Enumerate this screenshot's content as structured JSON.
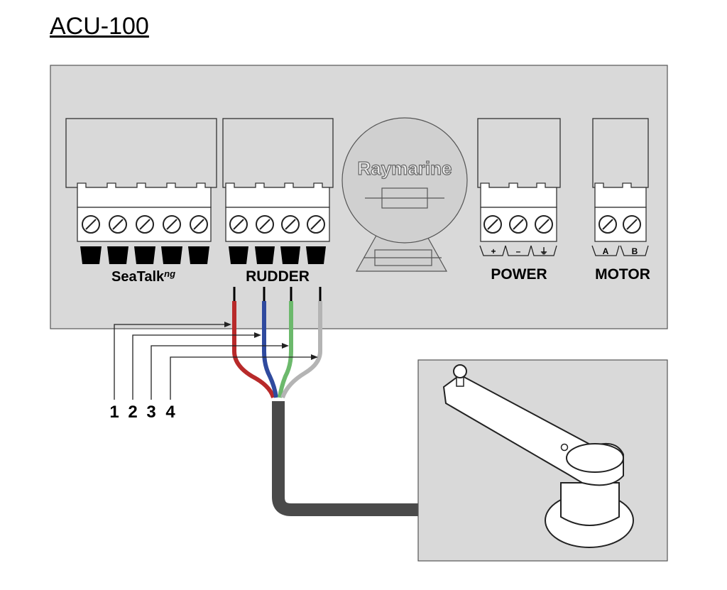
{
  "title": "ACU-100",
  "brand": "Raymarine",
  "connectors": {
    "seatalk": {
      "label_main": "SeaTalk",
      "label_suffix": "ng"
    },
    "rudder": {
      "label": "RUDDER"
    },
    "power": {
      "label": "POWER",
      "terminals": [
        "+",
        "–",
        "⏚"
      ]
    },
    "motor": {
      "label": "MOTOR",
      "terminals": [
        "A",
        "B"
      ]
    }
  },
  "wires": [
    {
      "number": "1",
      "color": "#b82a2a"
    },
    {
      "number": "2",
      "color": "#2f4a9e"
    },
    {
      "number": "3",
      "color": "#6cb96c"
    },
    {
      "number": "4",
      "color": "#b4b4b4"
    }
  ],
  "colors": {
    "panel": "#d9d9d9",
    "cable": "#4a4a4a"
  }
}
